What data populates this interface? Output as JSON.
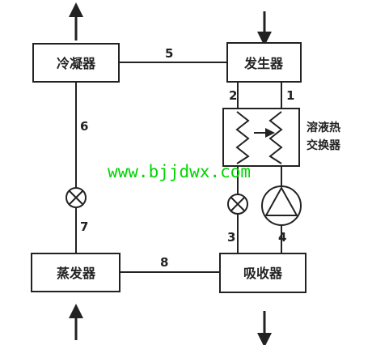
{
  "components": {
    "condenser": "冷凝器",
    "generator": "发生器",
    "heat_exchanger": [
      "溶液热",
      "交换器"
    ],
    "evaporator": "蒸发器",
    "absorber": "吸收器"
  },
  "numbers": {
    "n1": "1",
    "n2": "2",
    "n3": "3",
    "n4": "4",
    "n5": "5",
    "n6": "6",
    "n7": "7",
    "n8": "8"
  },
  "watermark": "www.bjjdwx.com",
  "colors": {
    "line": "#222222",
    "watermark": "#00d500",
    "background": "#ffffff"
  },
  "icons": {
    "expansion_valve": "valve-x-circle",
    "pump": "triangle-in-circle"
  }
}
